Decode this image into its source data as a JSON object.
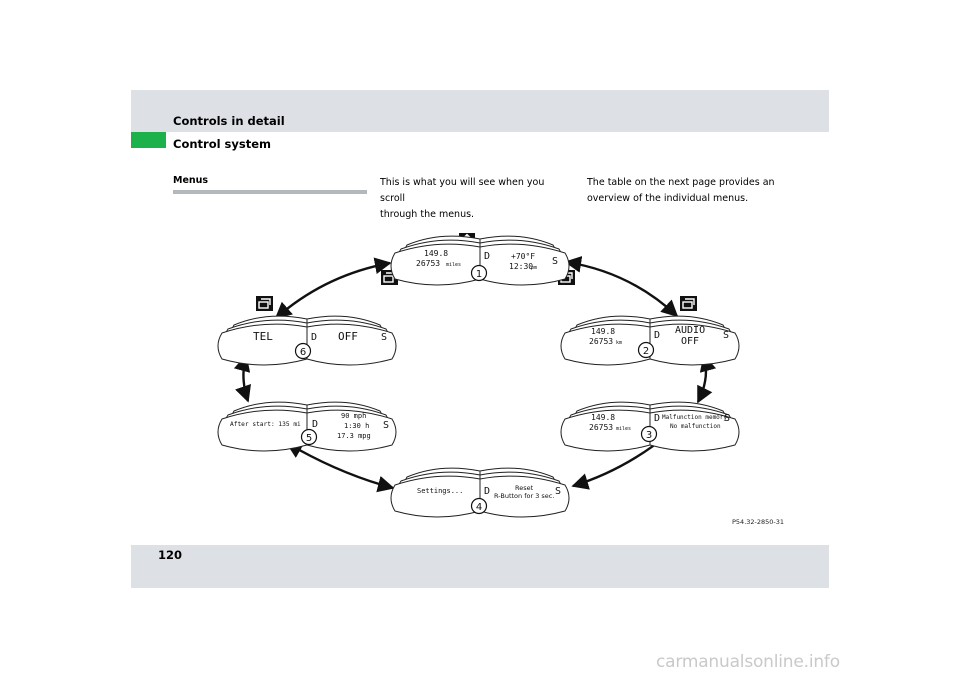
{
  "header": {
    "title": "Controls in detail",
    "subtitle": "Control system"
  },
  "side_heading": "Menus",
  "column1": [
    "This is what you will see when you scroll",
    "through the menus."
  ],
  "column2": [
    "The table on the next page provides an",
    "overview of the individual menus."
  ],
  "page_number": "120",
  "figure_ref": "P54.32-2850-31",
  "watermark": "carmanualsonline.info",
  "displays": {
    "d1": {
      "number": "1",
      "left": [
        "149.8",
        "26753"
      ],
      "left_unit": "miles",
      "right": [
        "+70°F",
        "12:30"
      ],
      "right_unit": "pm"
    },
    "d2": {
      "number": "2",
      "left": [
        "149.8",
        "26753"
      ],
      "left_unit": "km",
      "right": [
        "AUDIO",
        "OFF"
      ]
    },
    "d3": {
      "number": "3",
      "left": [
        "149.8",
        "26753"
      ],
      "left_unit": "miles",
      "right": [
        "Malfunction memory",
        "No malfunction"
      ]
    },
    "d4": {
      "number": "4",
      "left": [
        "Settings..."
      ],
      "right": [
        "Reset",
        "R-Button for 3 sec."
      ]
    },
    "d5": {
      "number": "5",
      "left": [
        "After start: 135 mi"
      ],
      "right": [
        "90 mph",
        "1:30 h",
        "17.3 mpg"
      ]
    },
    "d6": {
      "number": "6",
      "left": [
        "TEL"
      ],
      "right": [
        "OFF"
      ]
    }
  },
  "mark_d": "D",
  "mark_s": "S"
}
